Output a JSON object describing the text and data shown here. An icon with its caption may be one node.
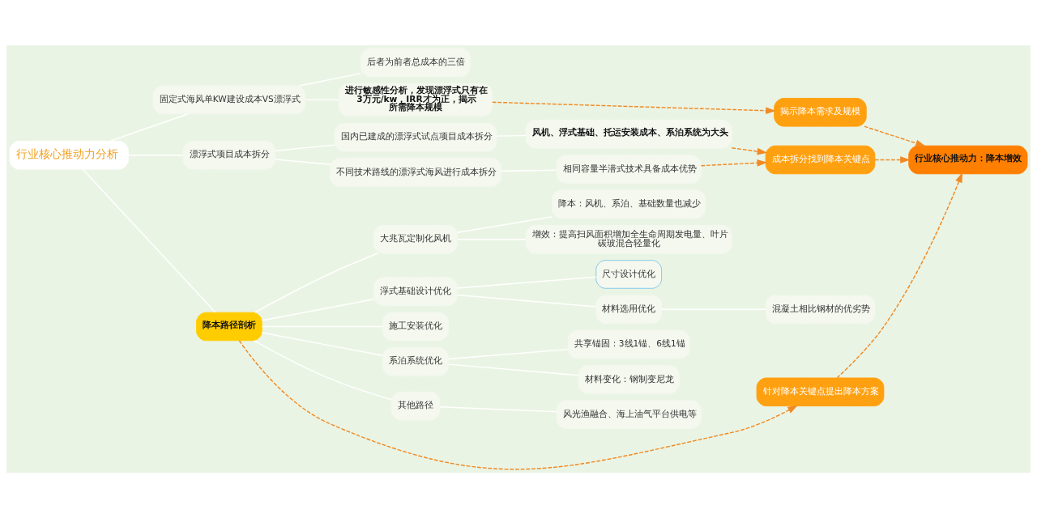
{
  "diagram": {
    "nodes": [
      {
        "text": [
          "行业核心推动力分析"
        ]
      },
      {
        "text": [
          "固定式海风单KW建设成本VS漂浮式"
        ]
      },
      {
        "text": [
          "后者为前者总成本的三倍"
        ]
      },
      {
        "text": [
          "进行敏感性分析，发现漂浮式只有在3万元/kw，IRR才为正，揭示所需降本规模"
        ]
      },
      {
        "text": [
          "漂浮式项目成本拆分"
        ]
      },
      {
        "text": [
          "国内已建成的漂浮式试点项目成本拆分"
        ]
      },
      {
        "text": [
          "风机、浮式基础、托运安装成本、系泊系统为大头"
        ]
      },
      {
        "text": [
          "不同技术路线的漂浮式海风进行成本拆分"
        ]
      },
      {
        "text": [
          "相同容量半潜式技术具备成本优势"
        ]
      },
      {
        "text": [
          "降本路径剖析"
        ]
      },
      {
        "text": [
          "大兆瓦定制化风机"
        ]
      },
      {
        "text": [
          "降本：风机、系泊、基础数量也减少"
        ]
      },
      {
        "text": [
          "增效：提高扫风面积增加全生命周期发电量、叶片碳玻混合轻量化"
        ]
      },
      {
        "text": [
          "浮式基础设计优化"
        ]
      },
      {
        "text": [
          "尺寸设计优化"
        ]
      },
      {
        "text": [
          "材料选用优化"
        ]
      },
      {
        "text": [
          "混凝土相比钢材的优劣势"
        ]
      },
      {
        "text": [
          "施工安装优化"
        ]
      },
      {
        "text": [
          "系泊系统优化"
        ]
      },
      {
        "text": [
          "共享锚固：3线1锚、6线1锚"
        ]
      },
      {
        "text": [
          "材料变化：钢制变尼龙"
        ]
      },
      {
        "text": [
          "其他路径"
        ]
      },
      {
        "text": [
          "风光渔融合、海上油气平台供电等"
        ]
      },
      {
        "text": [
          "揭示降本需求及规模"
        ]
      },
      {
        "text": [
          "成本拆分找到降本关键点"
        ]
      },
      {
        "text": [
          "针对降本关键点提出降本方案"
        ]
      },
      {
        "text": [
          "行业核心推动力：降本增效"
        ]
      }
    ],
    "edges": [
      {
        "from": 0,
        "to": 1,
        "arrow": "none"
      },
      {
        "from": 1,
        "to": 2,
        "arrow": "none"
      },
      {
        "from": 1,
        "to": 3,
        "arrow": "none"
      },
      {
        "from": 0,
        "to": 4,
        "arrow": "none"
      },
      {
        "from": 4,
        "to": 5,
        "arrow": "none"
      },
      {
        "from": 5,
        "to": 6,
        "arrow": "none"
      },
      {
        "from": 4,
        "to": 7,
        "arrow": "none"
      },
      {
        "from": 7,
        "to": 8,
        "arrow": "none"
      },
      {
        "from": 0,
        "to": 9,
        "arrow": "none"
      },
      {
        "from": 9,
        "to": 10,
        "arrow": "none"
      },
      {
        "from": 10,
        "to": 11,
        "arrow": "none"
      },
      {
        "from": 10,
        "to": 12,
        "arrow": "none"
      },
      {
        "from": 9,
        "to": 13,
        "arrow": "none"
      },
      {
        "from": 13,
        "to": 14,
        "arrow": "none"
      },
      {
        "from": 13,
        "to": 15,
        "arrow": "none"
      },
      {
        "from": 15,
        "to": 16,
        "arrow": "none"
      },
      {
        "from": 9,
        "to": 17,
        "arrow": "none"
      },
      {
        "from": 9,
        "to": 18,
        "arrow": "none"
      },
      {
        "from": 18,
        "to": 19,
        "arrow": "none"
      },
      {
        "from": 18,
        "to": 20,
        "arrow": "none"
      },
      {
        "from": 9,
        "to": 21,
        "arrow": "none"
      },
      {
        "from": 21,
        "to": 22,
        "arrow": "none"
      },
      {
        "from": 3,
        "to": 23,
        "arrow": "to",
        "style": "dashed",
        "color": "#f08a24"
      },
      {
        "from": 6,
        "to": 24,
        "arrow": "to",
        "style": "dashed",
        "color": "#f08a24"
      },
      {
        "from": 8,
        "to": 24,
        "arrow": "to",
        "style": "dashed",
        "color": "#f08a24"
      },
      {
        "from": 9,
        "to": 25,
        "arrow": "to",
        "style": "dashed",
        "color": "#f08a24"
      },
      {
        "from": 23,
        "to": 26,
        "arrow": "to",
        "style": "dashed",
        "color": "#f08a24"
      },
      {
        "from": 24,
        "to": 26,
        "arrow": "to",
        "style": "dashed",
        "color": "#f08a24"
      },
      {
        "from": 25,
        "to": 26,
        "arrow": "to",
        "style": "dashed",
        "color": "#f08a24"
      }
    ]
  }
}
